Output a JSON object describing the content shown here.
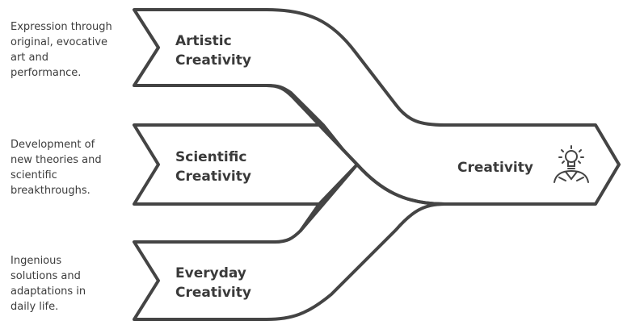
{
  "diagram": {
    "type": "converging-arrows",
    "stroke_color": "#444444",
    "text_color": "#3d3d3d",
    "target": {
      "label": "Creativity",
      "icon": "person-lightbulb-icon"
    },
    "sources": [
      {
        "label": "Artistic\nCreativity",
        "description": "Expression through\noriginal, evocative\nart and\nperformance."
      },
      {
        "label": "Scientific\nCreativity",
        "description": "Development of\nnew theories and\nscientific\nbreakthroughs."
      },
      {
        "label": "Everyday\nCreativity",
        "description": "Ingenious\nsolutions and\nadaptations in\ndaily life."
      }
    ]
  }
}
